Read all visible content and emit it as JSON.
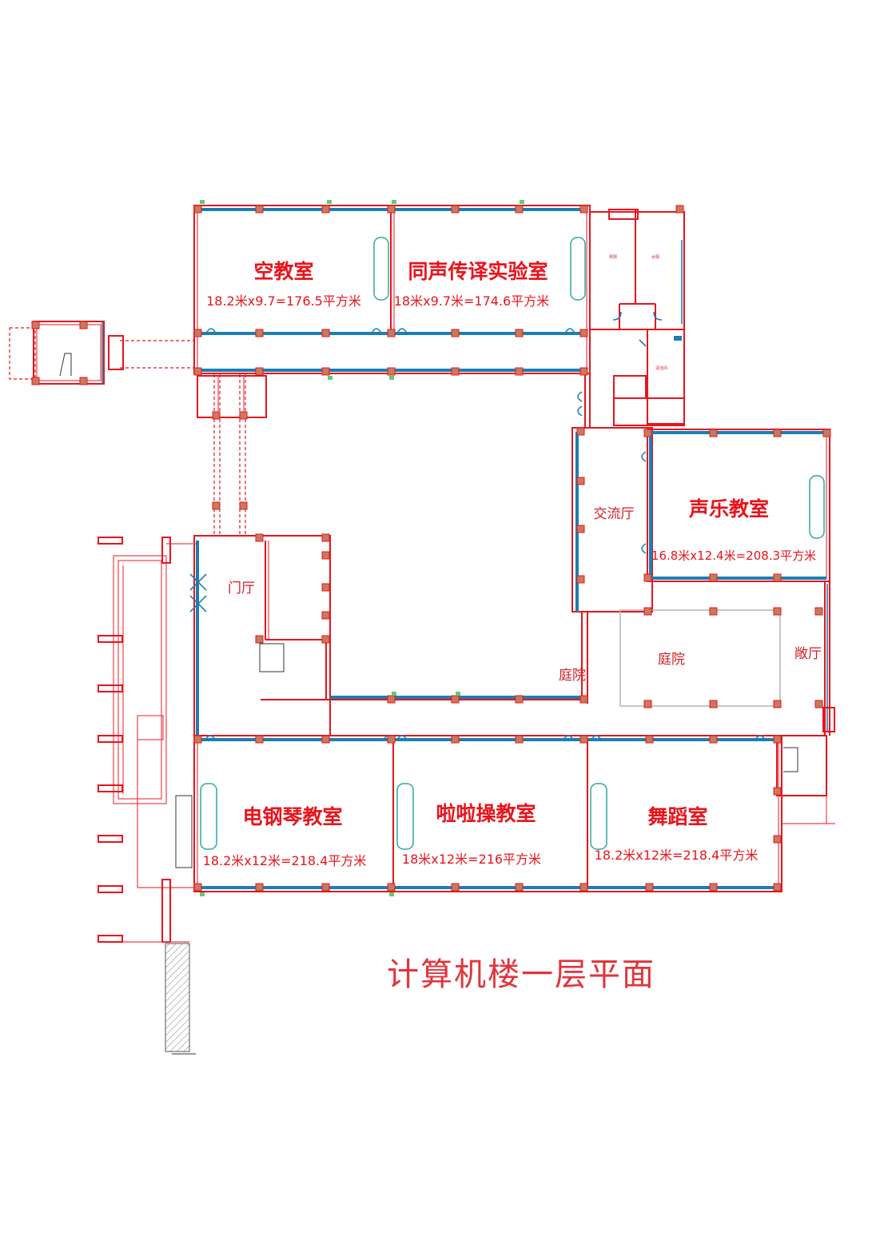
{
  "title": "计算机楼一层平面",
  "rooms": [
    {
      "name": "空教室",
      "area": "18.2米x9.7=176.5平方米"
    },
    {
      "name": "同声传译实验室",
      "area": "18米x9.7米=174.6平方米"
    },
    {
      "name": "声乐教室",
      "area": "16.8米x12.4米=208.3平方米"
    },
    {
      "name": "电钢琴教室",
      "area": "18.2米x12米=218.4平方米"
    },
    {
      "name": "啦啦操教室",
      "area": "18米x12米=216平方米"
    },
    {
      "name": "舞蹈室",
      "area": "18.2米x12米=218.4平方米"
    }
  ],
  "spaces": {
    "lobby": "门厅",
    "exchange_hall": "交流厅",
    "courtyard_inner": "庭院",
    "courtyard_outer": "庭院",
    "open_hall": "敞厅"
  },
  "toilets": {
    "men": "男厕",
    "women": "女厕",
    "janitor": "清洁间"
  },
  "colors": {
    "wall_red": "#e8141c",
    "wall_blue": "#1b7fb2",
    "column_brown": "#c77a5e",
    "fixture_teal": "#2aa9a2",
    "title_red": "#e2343c"
  }
}
